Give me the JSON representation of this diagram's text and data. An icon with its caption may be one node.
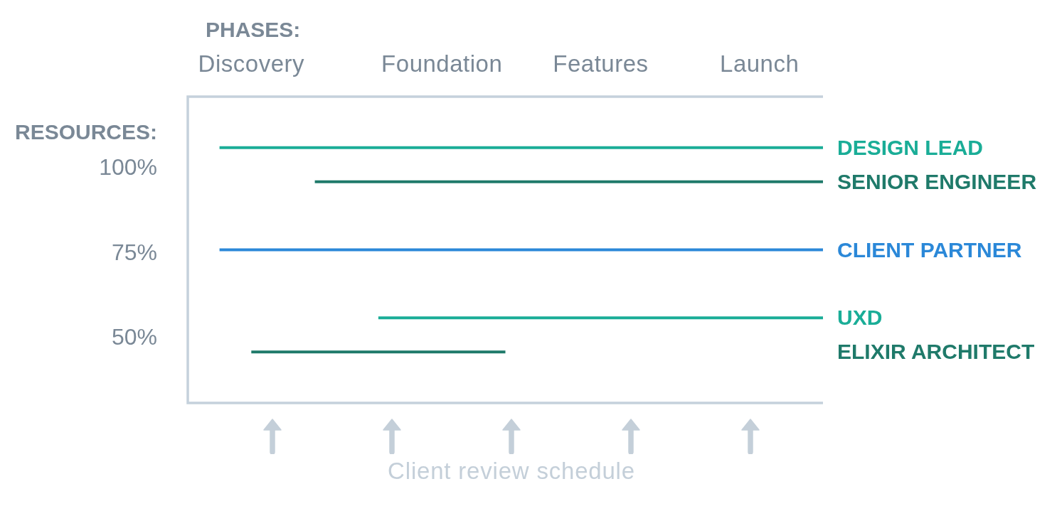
{
  "diagram": {
    "chart_data": {
      "type": "line",
      "xlabel": "PHASES:",
      "ylabel": "RESOURCES:",
      "categories": [
        null,
        null,
        "Discovery",
        null,
        null,
        null,
        null,
        null,
        "Foundation",
        null,
        null,
        null,
        null,
        "Features",
        null,
        null,
        null,
        null,
        "Launch",
        null,
        null
      ],
      "ylim": [
        30,
        120
      ],
      "yticks": [
        {
          "value": 100,
          "label": "100%"
        },
        {
          "value": 75,
          "label": "75%"
        },
        {
          "value": 50,
          "label": "50%"
        }
      ],
      "series": [
        {
          "name": "DESIGN LEAD",
          "color": "#1aad97",
          "values": [
            null,
            105,
            105,
            105,
            105,
            105,
            105,
            105,
            105,
            105,
            105,
            105,
            105,
            105,
            105,
            105,
            105,
            105,
            105,
            105,
            105
          ]
        },
        {
          "name": "SENIOR ENGINEER",
          "color": "#1f7a6a",
          "values": [
            null,
            null,
            null,
            null,
            95,
            95,
            95,
            95,
            95,
            95,
            95,
            95,
            95,
            95,
            95,
            95,
            95,
            95,
            95,
            95,
            95
          ]
        },
        {
          "name": "CLIENT PARTNER",
          "color": "#2b88d8",
          "values": [
            null,
            75,
            75,
            75,
            75,
            75,
            75,
            75,
            75,
            75,
            75,
            75,
            75,
            75,
            75,
            75,
            75,
            75,
            75,
            75,
            75
          ]
        },
        {
          "name": "UXD",
          "color": "#1aad97",
          "values": [
            null,
            null,
            null,
            null,
            null,
            null,
            55,
            55,
            55,
            55,
            55,
            55,
            55,
            55,
            55,
            55,
            55,
            55,
            55,
            55,
            55
          ]
        },
        {
          "name": "ELIXIR ARCHITECT",
          "color": "#1f7a6a",
          "values": [
            null,
            null,
            45,
            45,
            45,
            45,
            45,
            45,
            45,
            45,
            45,
            null,
            null,
            null,
            null,
            null,
            null,
            null,
            null,
            null,
            null
          ]
        }
      ],
      "annotations": [
        "Client review schedule"
      ]
    }
  }
}
